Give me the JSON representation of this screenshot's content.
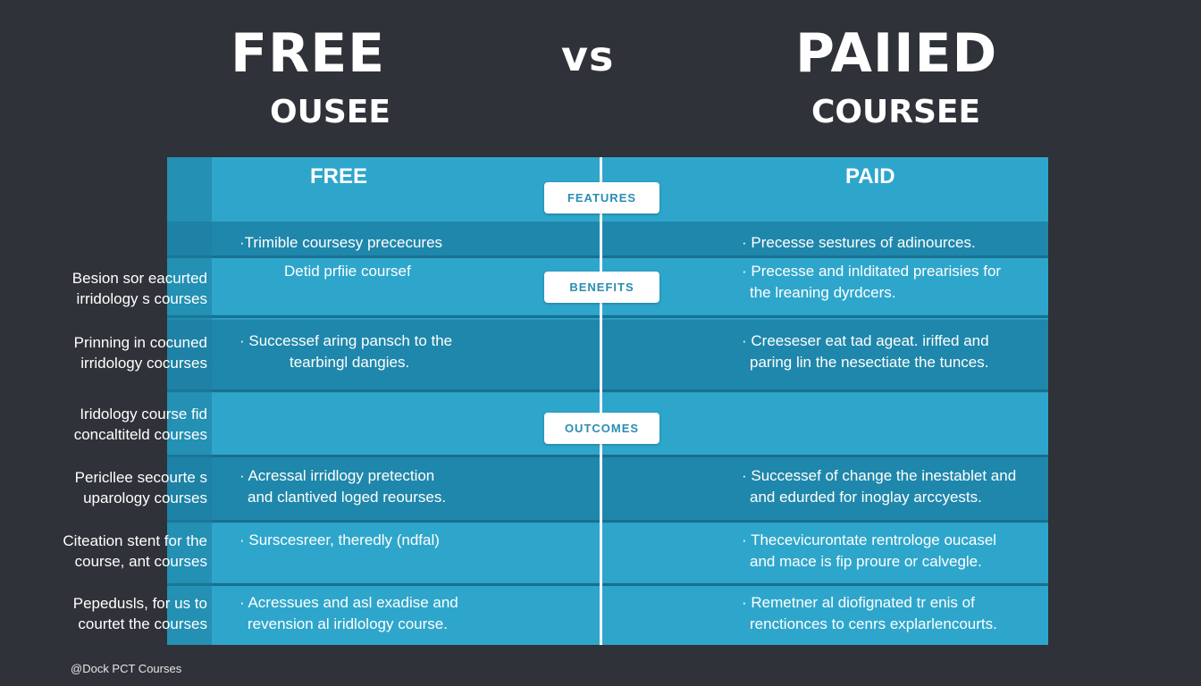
{
  "header": {
    "left_title": "FREE",
    "left_subtitle": "OUSEE",
    "vs": "VS",
    "right_title": "PAIIED",
    "right_subtitle": "COURSEE"
  },
  "table": {
    "col_free": "FREE",
    "col_paid": "PAID",
    "pills": {
      "features": "FEATURES",
      "benefits": "BENEFITS",
      "outcomes": "OUTCOMES"
    },
    "rows": [
      {
        "free": [
          "·Trimible coursesy prececures"
        ],
        "paid": [
          "· Precesse sestures of adinources."
        ]
      },
      {
        "free": [
          "Detid prfiie coursef"
        ],
        "paid": [
          "· Precesse and inlditated prearisies for",
          "the lreaning dyrdcers."
        ]
      },
      {
        "free": [
          "· Successef aring pansch to the",
          "tearbingl dangies."
        ],
        "paid": [
          "· Creeseser eat tad ageat. iriffed and",
          "paring lin the nesectiate the tunces."
        ]
      },
      {
        "free": [
          "· Acressal irridlogy pretection",
          "and clantived loged reourses."
        ],
        "paid": [
          "· Successef of change the inestablet and",
          "and edurded for inoglay arccyests."
        ]
      },
      {
        "free": [
          "· Surscesreer, theredly (ndfal)"
        ],
        "paid": [
          "· Thecevicurontate rentrologe oucasel",
          "and mace is fip proure or calvegle."
        ]
      },
      {
        "free": [
          "· Acressues and asl exadise and",
          "revension al iridlology course."
        ],
        "paid": [
          "· Remetner al diofignated tr enis of",
          "renctionces to cenrs explarlencourts."
        ]
      }
    ]
  },
  "side_labels": [
    [
      "Besion sor eacurted",
      "irridology s courses"
    ],
    [
      "Prinning in cocuned",
      "irridology cocurses"
    ],
    [
      "Iridology course fid",
      "concaltiteld courses"
    ],
    [
      "Pericllee secourte s",
      "uparology courses"
    ],
    [
      "Citeation stent for the",
      "course, ant courses"
    ],
    [
      "Pepedusls, for us to",
      "courtet the courses"
    ]
  ],
  "footer": {
    "credit": "@Dock PCT Courses"
  },
  "colors": {
    "background": "#2f3238",
    "table_light": "#2ea6cc",
    "table_dark": "#1f87ab",
    "pill_text": "#2a8db3"
  }
}
